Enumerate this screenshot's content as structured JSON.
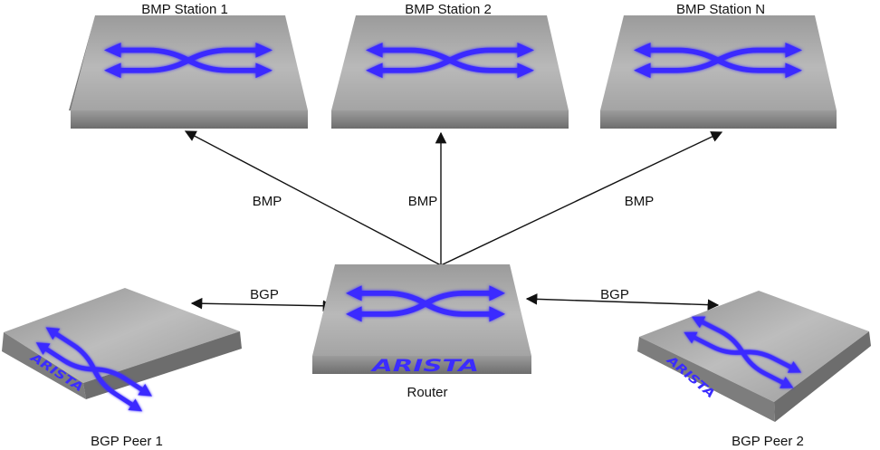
{
  "nodes": {
    "station1": {
      "label": "BMP Station 1"
    },
    "station2": {
      "label": "BMP Station 2"
    },
    "stationN": {
      "label": "BMP Station N"
    },
    "router": {
      "label": "Router",
      "brand": "ARISTA"
    },
    "peer1": {
      "label": "BGP Peer 1",
      "brand": "ARISTA"
    },
    "peer2": {
      "label": "BGP Peer 2",
      "brand": "ARISTA"
    }
  },
  "links": {
    "bmp1": {
      "label": "BMP"
    },
    "bmp2": {
      "label": "BMP"
    },
    "bmpN": {
      "label": "BMP"
    },
    "bgp1": {
      "label": "BGP"
    },
    "bgp2": {
      "label": "BGP"
    }
  },
  "colors": {
    "device_top": "#a9a9a9",
    "device_front": "#8a8a8a",
    "device_side": "#6f6f6f",
    "arrow_glow": "#3b2cff",
    "connector": "#111111",
    "brand": "#3b2cff"
  },
  "icons": {
    "device": "switch-crossed-arrows-icon"
  }
}
